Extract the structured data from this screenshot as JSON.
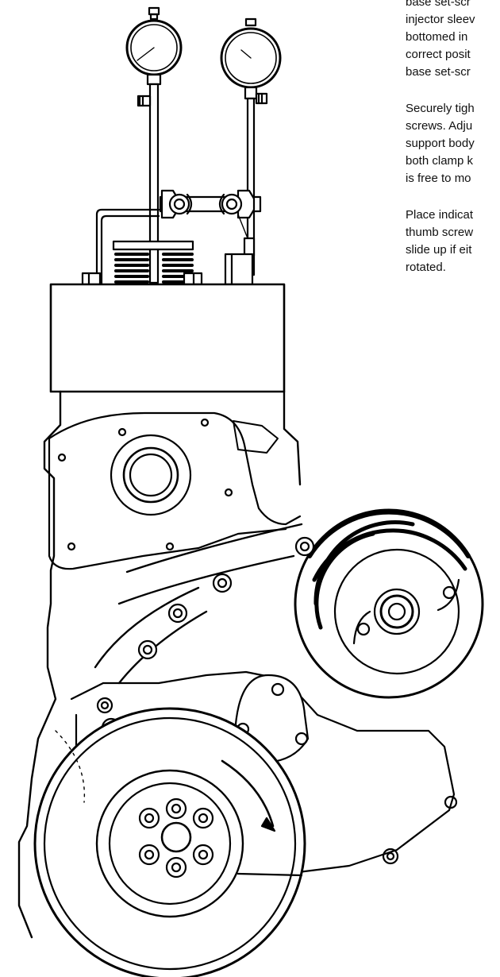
{
  "instructions": {
    "paragraphs": [
      [
        "base set-scr",
        "injector sleev",
        "bottomed in",
        "correct posit",
        "base set-scr"
      ],
      [
        "Securely tigh",
        "screws. Adju",
        "support body",
        "both clamp k",
        "is free to mo"
      ],
      [
        "Place indicat",
        "thumb screw",
        "slide up if eit",
        "rotated."
      ]
    ]
  }
}
